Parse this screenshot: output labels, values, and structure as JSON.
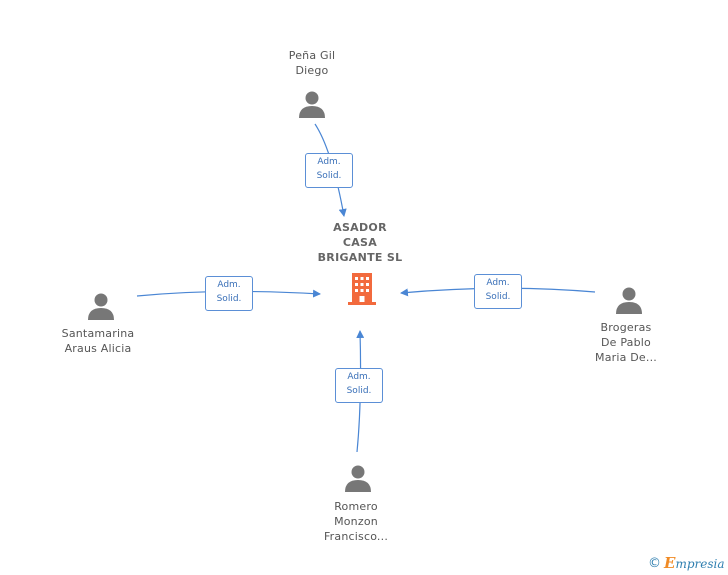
{
  "company": {
    "name_lines": [
      "ASADOR",
      "CASA",
      "BRIGANTE SL"
    ],
    "icon": "building-icon",
    "color": "#f26a3d"
  },
  "people": [
    {
      "id": "pena",
      "name_lines": [
        "Peña Gil",
        "Diego"
      ],
      "role_lines": [
        "Adm.",
        "Solid."
      ]
    },
    {
      "id": "santamarina",
      "name_lines": [
        "Santamarina",
        "Araus Alicia"
      ],
      "role_lines": [
        "Adm.",
        "Solid."
      ]
    },
    {
      "id": "brogeras",
      "name_lines": [
        "Brogeras",
        "De Pablo",
        "Maria De..."
      ],
      "role_lines": [
        "Adm.",
        "Solid."
      ]
    },
    {
      "id": "romero",
      "name_lines": [
        "Romero",
        "Monzon",
        "Francisco..."
      ],
      "role_lines": [
        "Adm.",
        "Solid."
      ]
    }
  ],
  "colors": {
    "edge": "#4a86d4",
    "person": "#777777",
    "label": "#555555"
  },
  "footer": {
    "copyright_symbol": "©",
    "brand_first": "E",
    "brand_rest": "mpresia"
  }
}
